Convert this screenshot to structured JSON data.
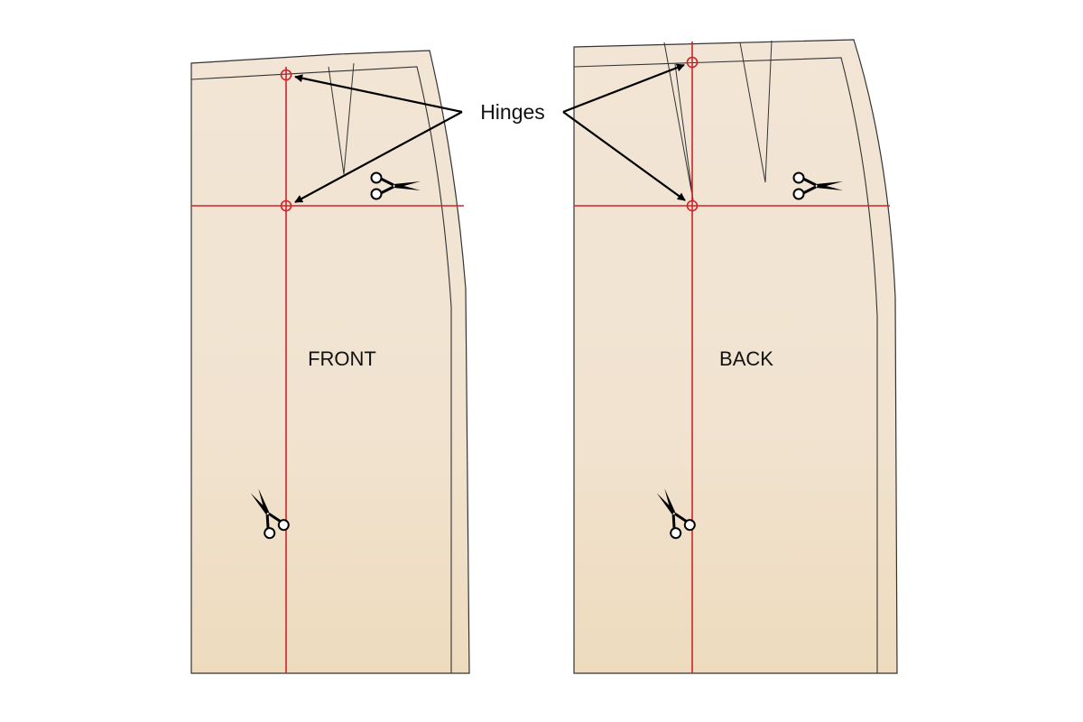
{
  "labels": {
    "front": "FRONT",
    "back": "BACK",
    "hinges": "Hinges"
  },
  "colors": {
    "fabric_top": "#f2e5d5",
    "fabric_bottom": "#eedbbe",
    "outline": "#333333",
    "slash_line": "#d42027",
    "arrow": "#000000"
  },
  "icons": {
    "scissors": "scissors-icon",
    "hinge": "hinge-circle-icon"
  }
}
